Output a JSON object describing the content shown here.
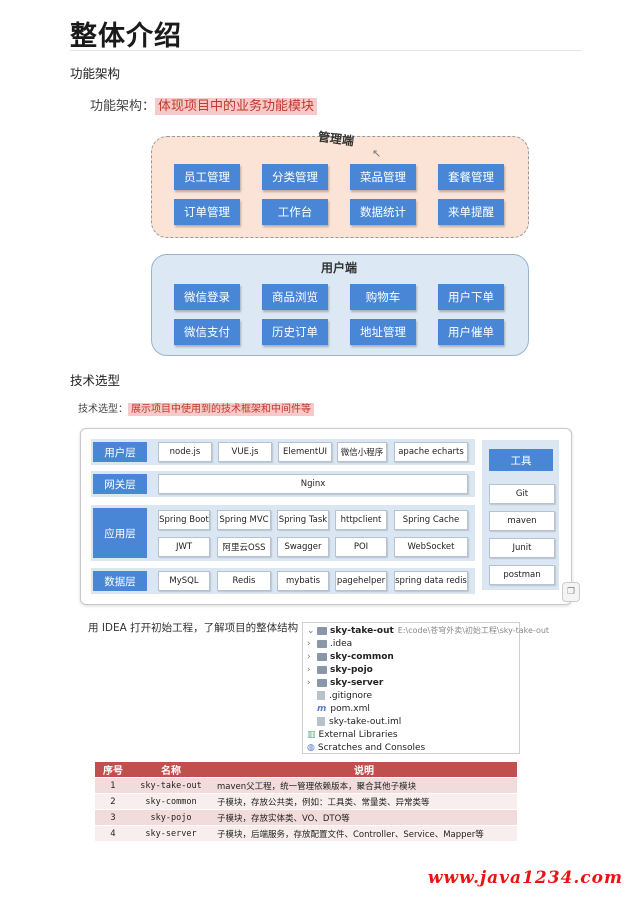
{
  "page": {
    "title": "整体介绍",
    "section_arch": "功能架构",
    "arch_callout_label": "功能架构：",
    "arch_callout_text": "体现项目中的业务功能模块",
    "section_tech": "技术选型",
    "tech_callout_label": "技术选型：",
    "tech_callout_text": "展示项目中使用到的技术框架和中间件等",
    "idea_note": "用 IDEA 打开初始工程，了解项目的整体结构",
    "watermark": "www.java1234.com"
  },
  "admin": {
    "title": "管理端",
    "modules": [
      "员工管理",
      "分类管理",
      "菜品管理",
      "套餐管理",
      "订单管理",
      "工作台",
      "数据统计",
      "来单提醒"
    ]
  },
  "user": {
    "title": "用户端",
    "modules": [
      "微信登录",
      "商品浏览",
      "购物车",
      "用户下单",
      "微信支付",
      "历史订单",
      "地址管理",
      "用户催单"
    ]
  },
  "tech": {
    "layers": {
      "user_layer": "用户层",
      "gateway_layer": "网关层",
      "app_layer": "应用层",
      "data_layer": "数据层"
    },
    "user_items": [
      "node.js",
      "VUE.js",
      "ElementUI",
      "微信小程序",
      "apache echarts"
    ],
    "gateway_items": [
      "Nginx"
    ],
    "app_items": [
      "Spring Boot",
      "Spring MVC",
      "Spring Task",
      "httpclient",
      "Spring Cache",
      "JWT",
      "阿里云OSS",
      "Swagger",
      "POI",
      "WebSocket"
    ],
    "data_items": [
      "MySQL",
      "Redis",
      "mybatis",
      "pagehelper",
      "spring data redis"
    ],
    "tools_title": "工具",
    "tools": [
      "Git",
      "maven",
      "Junit",
      "postman"
    ]
  },
  "tree": {
    "root": "sky-take-out",
    "root_path": "E:\\code\\苍穹外卖\\初始工程\\sky-take-out",
    "items": [
      ".idea",
      "sky-common",
      "sky-pojo",
      "sky-server",
      ".gitignore",
      "pom.xml",
      "sky-take-out.iml",
      "External Libraries",
      "Scratches and Consoles"
    ]
  },
  "table": {
    "headers": [
      "序号",
      "名称",
      "说明"
    ],
    "rows": [
      [
        "1",
        "sky-take-out",
        "maven父工程，统一管理依赖版本，聚合其他子模块"
      ],
      [
        "2",
        "sky-common",
        "子模块，存放公共类，例如：工具类、常量类、异常类等"
      ],
      [
        "3",
        "sky-pojo",
        "子模块，存放实体类、VO、DTO等"
      ],
      [
        "4",
        "sky-server",
        "子模块，后端服务，存放配置文件、Controller、Service、Mapper等"
      ]
    ]
  },
  "colors": {
    "accent_blue": "#4a86d6",
    "admin_bg": "#fbe3d6",
    "user_bg": "#dce9f5",
    "table_header": "#c0504d",
    "highlight": "#f7c9c9"
  }
}
